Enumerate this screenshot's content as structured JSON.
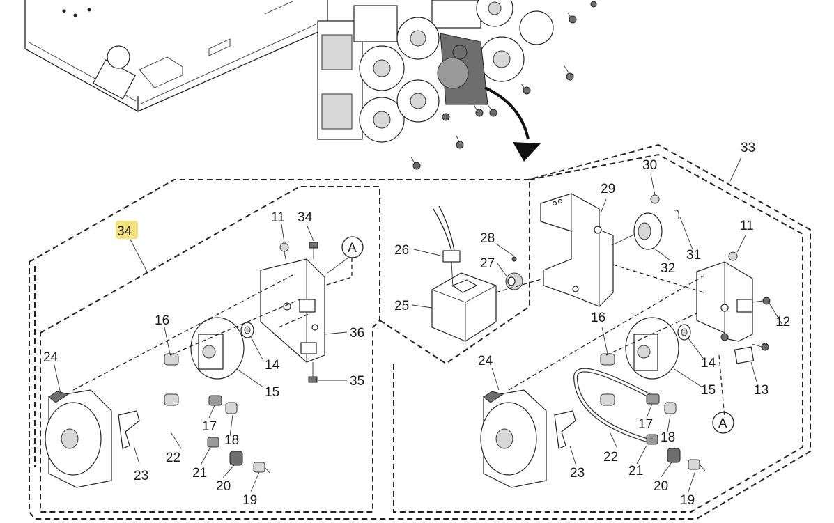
{
  "highlight_color": "#f6e27a",
  "highlighted_label": "34",
  "callouts_left": {
    "n11": "11",
    "n34": "34",
    "nA": "A",
    "n16": "16",
    "n36": "36",
    "n14": "14",
    "n15": "15",
    "n35": "35",
    "n24": "24",
    "n17": "17",
    "n18": "18",
    "n22": "22",
    "n23": "23",
    "n21": "21",
    "n20": "20",
    "n19": "19"
  },
  "callouts_middle": {
    "n26": "26",
    "n28": "28",
    "n27": "27",
    "n25": "25"
  },
  "callouts_right": {
    "n33": "33",
    "n30": "30",
    "n29": "29",
    "n11": "11",
    "n31": "31",
    "n32": "32",
    "n12": "12",
    "n16": "16",
    "n14": "14",
    "n24": "24",
    "n15": "15",
    "n13": "13",
    "n17": "17",
    "nA": "A",
    "n18": "18",
    "n22": "22",
    "n23": "23",
    "n21": "21",
    "n20": "20",
    "n19": "19"
  }
}
